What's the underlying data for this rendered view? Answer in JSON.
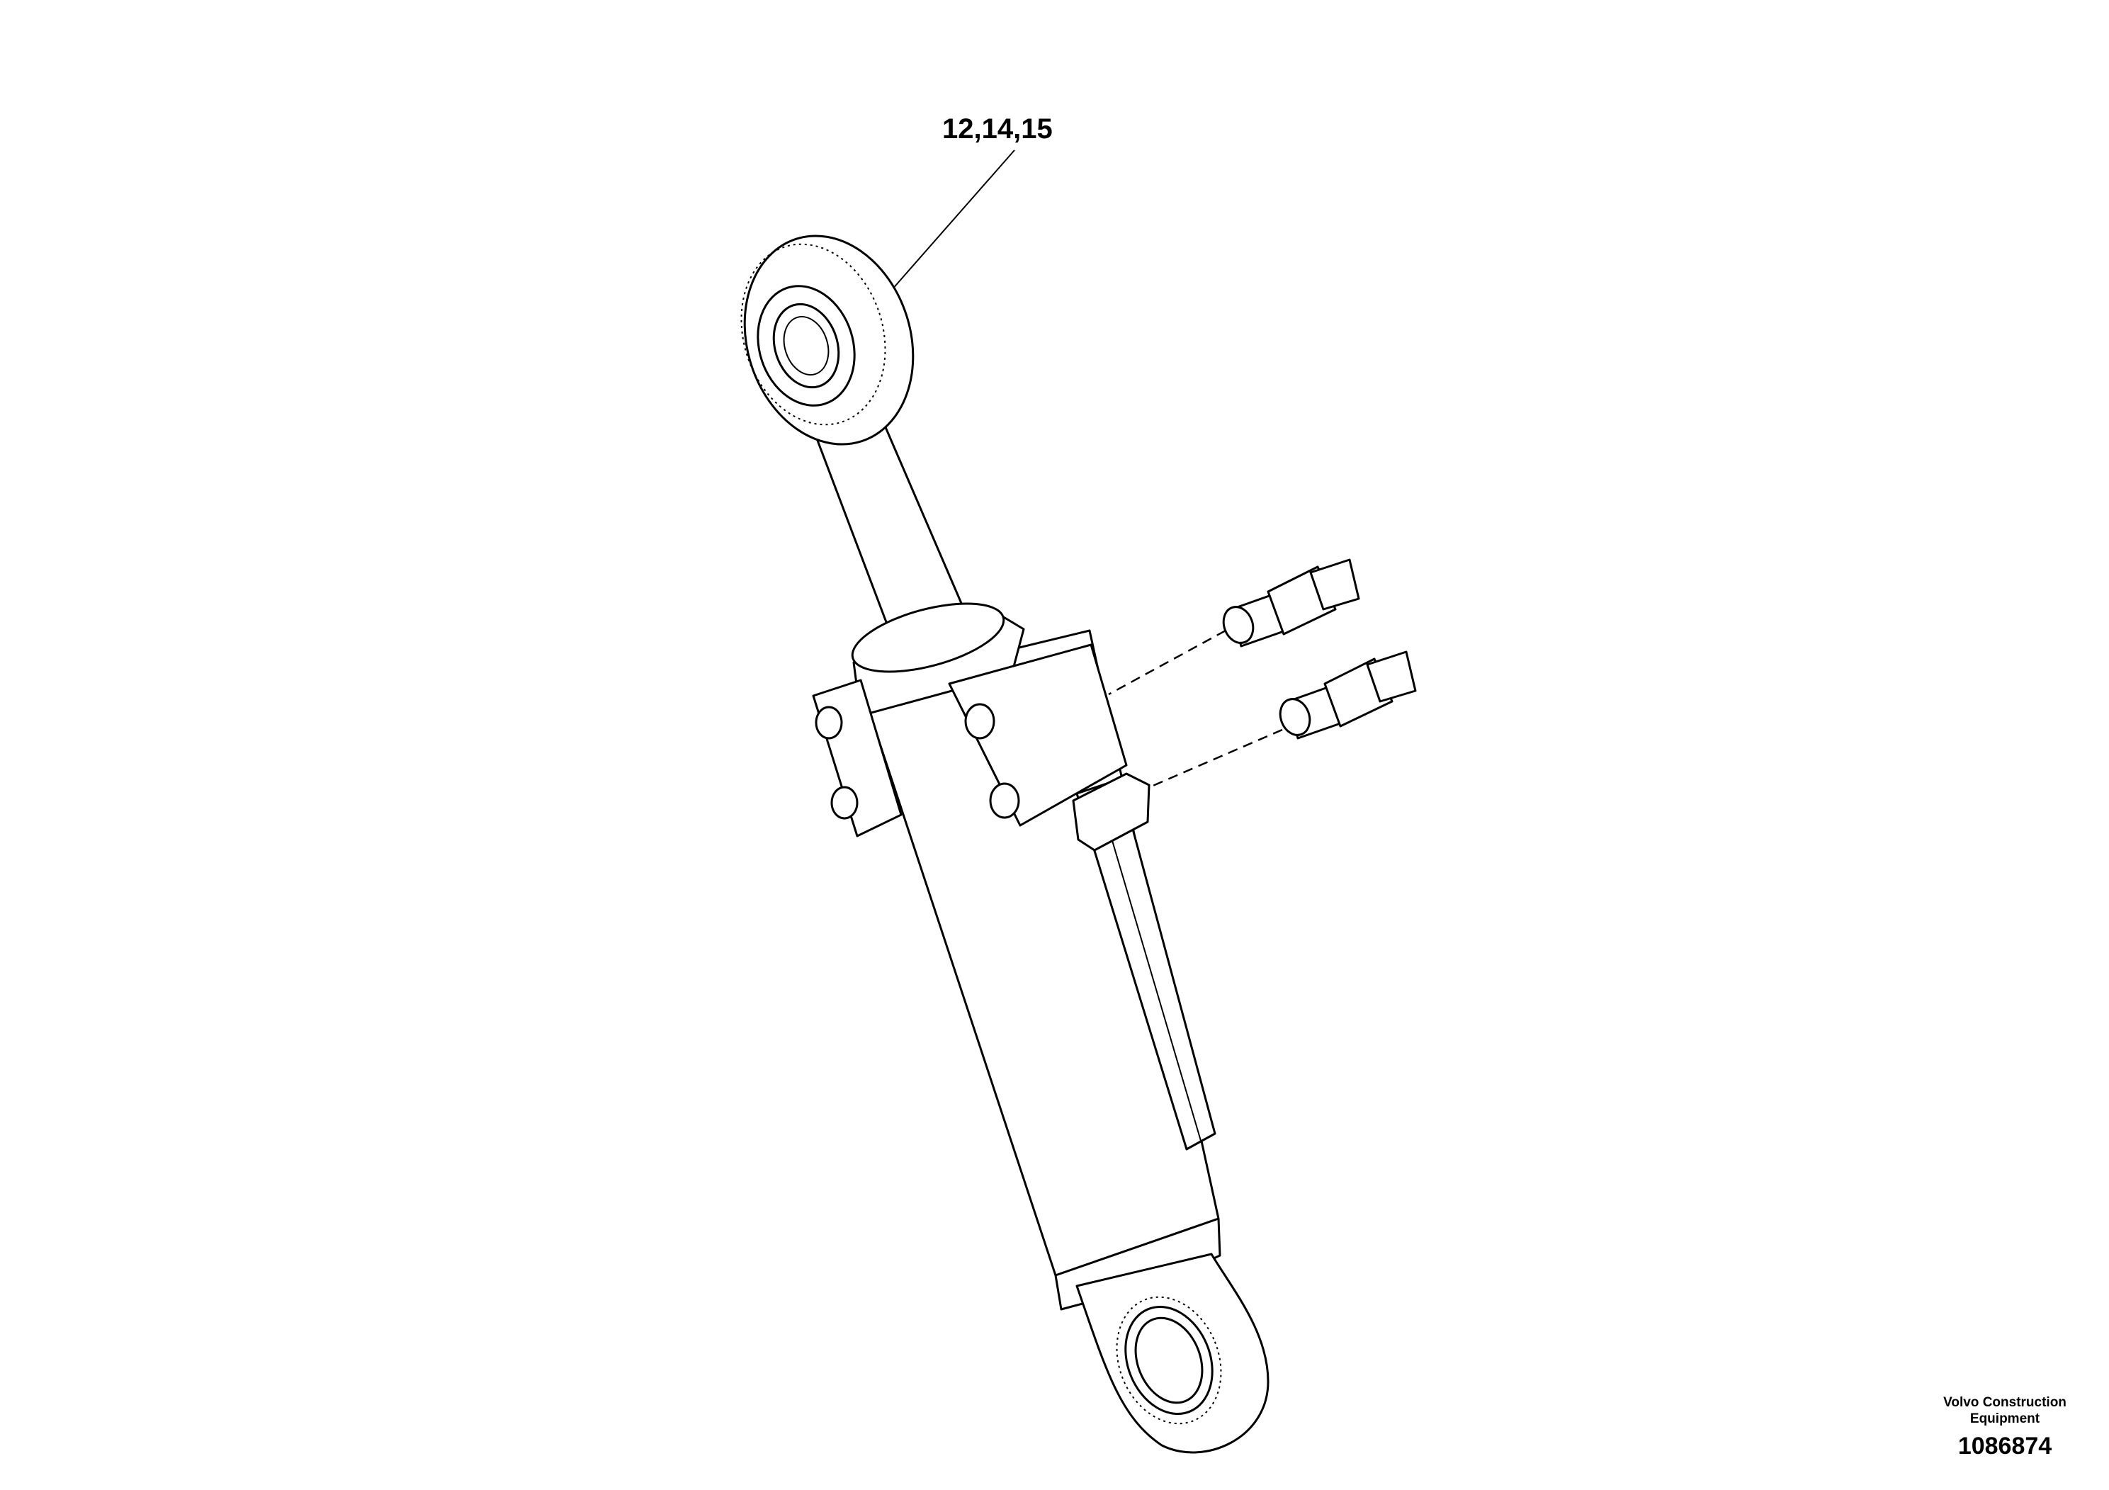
{
  "diagram": {
    "callout_label": "12,14,15",
    "manufacturer_line1": "Volvo Construction",
    "manufacturer_line2": "Equipment",
    "drawing_number": "1086874"
  }
}
